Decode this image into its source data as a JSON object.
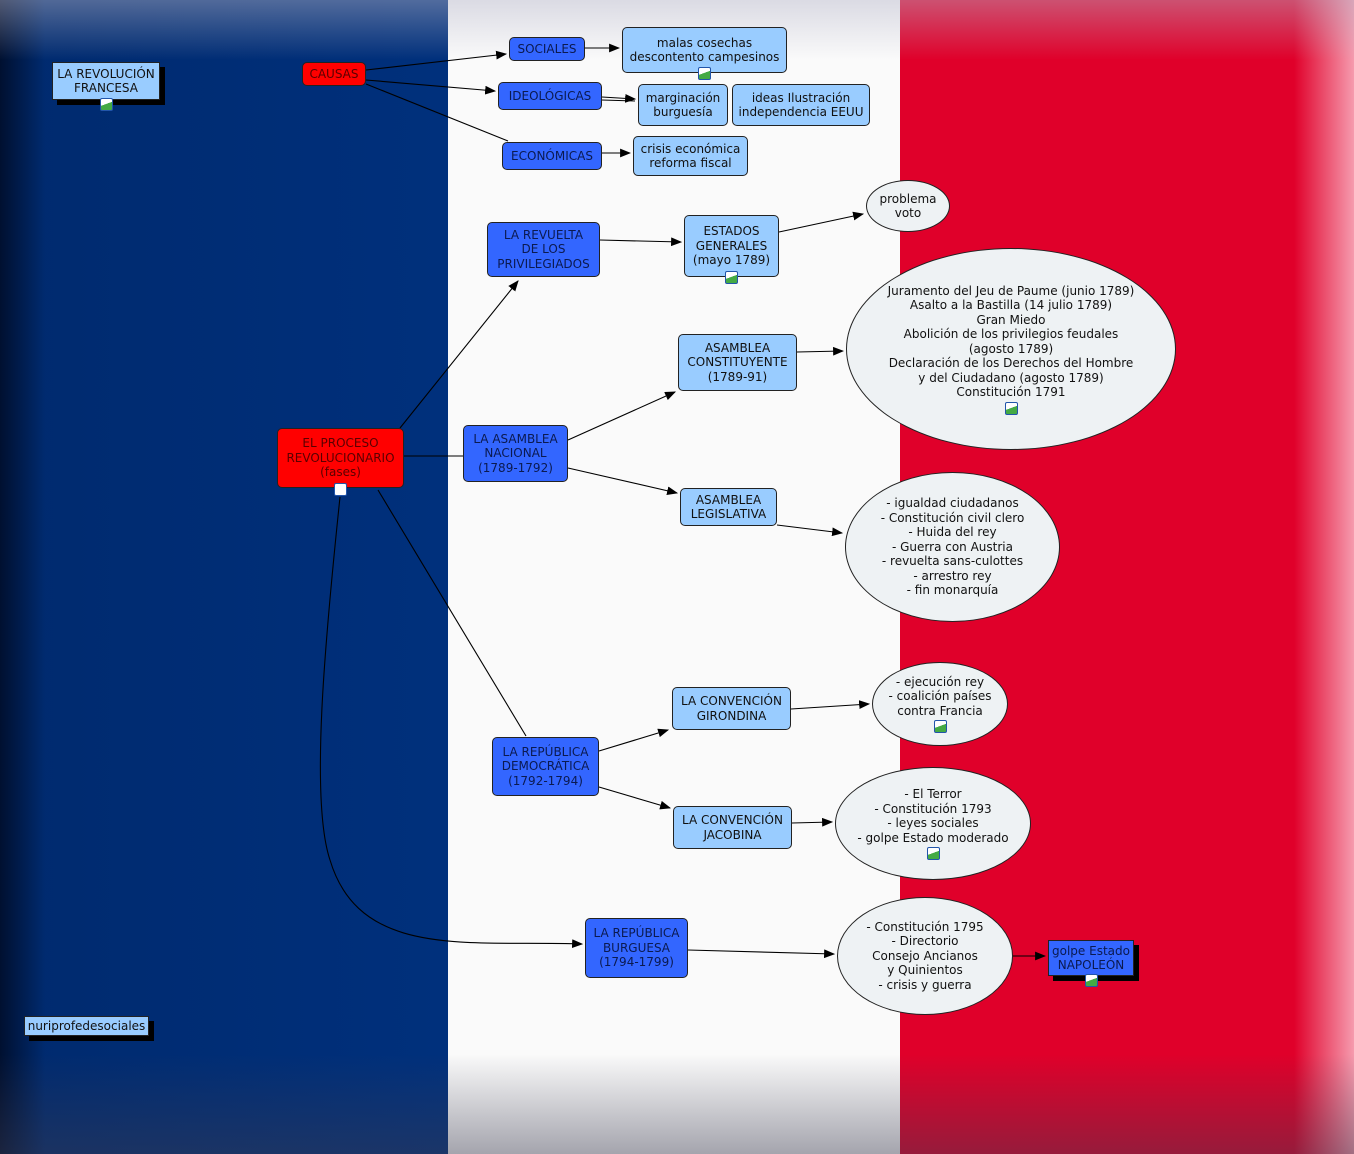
{
  "title": "LA REVOLUCIÓN\nFRANCESA",
  "credit": "nuriprofedesociales",
  "colors": {
    "flag_blue": "#00307c",
    "flag_white": "#fafafa",
    "flag_red": "#e0002a",
    "node_blue": "#3366ff",
    "node_light": "#99ccff",
    "node_red": "#ff0000",
    "ellipse": "#eef2f4"
  },
  "nodes": {
    "causas": "CAUSAS",
    "sociales": "SOCIALES",
    "ideologicas": "IDEOLÓGICAS",
    "economicas": "ECONÓMICAS",
    "malas": "malas cosechas\ndescontento campesinos",
    "marginacion": "marginación\nburguesía",
    "ideas": "ideas Ilustración\nindependencia EEUU",
    "crisis": "crisis económica\nreforma fiscal",
    "revuelta": "LA REVUELTA\nDE LOS\nPRIVILEGIADOS",
    "estados": "ESTADOS\nGENERALES\n(mayo 1789)",
    "problema": "problema\nvoto",
    "proceso": "EL PROCESO\nREVOLUCIONARIO\n(fases)",
    "nacional": "LA ASAMBLEA\nNACIONAL\n(1789-1792)",
    "constituyente": "ASAMBLEA\nCONSTITUYENTE\n(1789-91)",
    "constituyente_detalle": "Juramento del Jeu de Paume (junio 1789)\nAsalto a la Bastilla (14 julio 1789)\nGran Miedo\nAbolición de los privilegios feudales\n(agosto 1789)\nDeclaración de los Derechos del Hombre\ny del Ciudadano (agosto 1789)\nConstitución 1791",
    "legislativa": "ASAMBLEA\nLEGISLATIVA",
    "legislativa_detalle": "- igualdad ciudadanos\n- Constitución civil clero\n- Huida del rey\n- Guerra con Austria\n- revuelta sans-culottes\n- arrestro rey\n- fin monarquía",
    "democratica": "LA REPÚBLICA\nDEMOCRÁTICA\n(1792-1794)",
    "girondina": "LA CONVENCIÓN\nGIRONDINA",
    "girondina_detalle": "- ejecución rey\n- coalición países\ncontra Francia",
    "jacobina": "LA CONVENCIÓN\nJACOBINA",
    "jacobina_detalle": "- El Terror\n- Constitución 1793\n- leyes sociales\n- golpe Estado moderado",
    "burguesa": "LA REPÚBLICA\nBURGUESA\n(1794-1799)",
    "burguesa_detalle": "- Constitución  1795\n- Directorio\nConsejo Ancianos\ny Quinientos\n- crisis y guerra",
    "napoleon": "golpe Estado\nNAPOLEÓN"
  }
}
